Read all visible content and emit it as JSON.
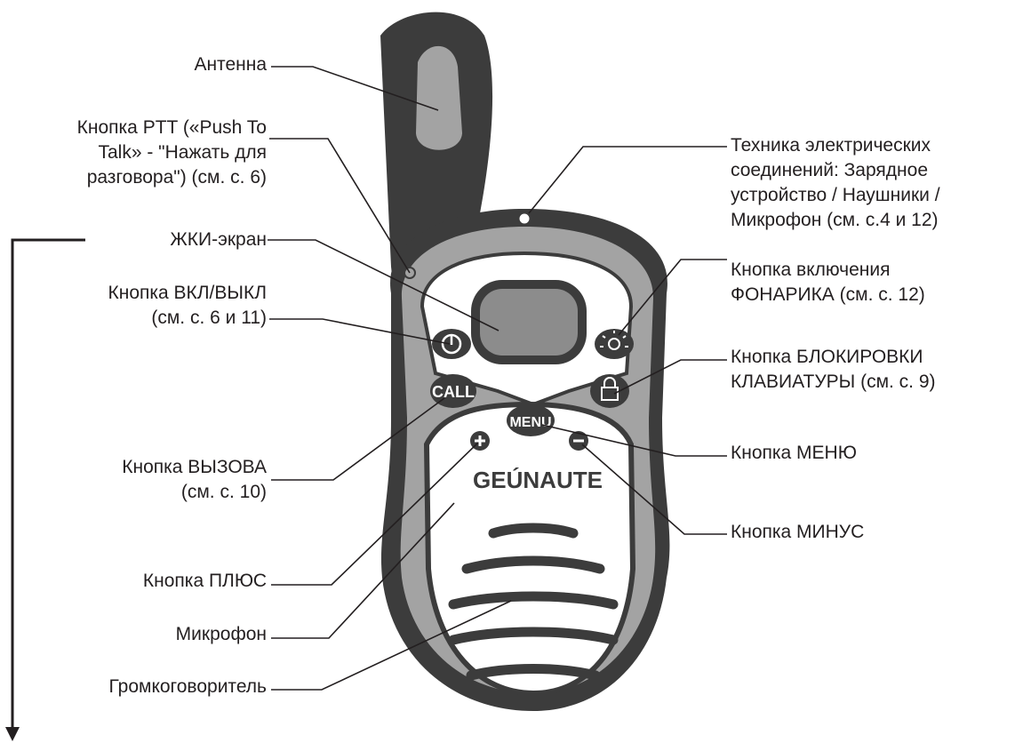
{
  "labels": {
    "antenna": "Антенна",
    "ptt_line1": "Кнопка PTT  («Push To",
    "ptt_line2": "Talk» - \"Нажать для",
    "ptt_line3": "разговора\") (см. с. 6)",
    "lcd": "ЖКИ-экран",
    "power_line1": "Кнопка ВКЛ/ВЫКЛ",
    "power_line2": "(см. с. 6 и 11)",
    "call_line1": "Кнопка ВЫЗОВА",
    "call_line2": "(см. с. 10)",
    "plus": "Кнопка ПЛЮС",
    "microphone": "Микрофон",
    "speaker": "Громкоговоритель",
    "jack_line1": "Техника электрических",
    "jack_line2": "соединений: Зарядное",
    "jack_line3": "устройство / Наушники /",
    "jack_line4": "Микрофон (см. с.4 и 12)",
    "torch_line1": "Кнопка включения",
    "torch_line2": "ФОНАРИКА (см. с. 12)",
    "lock_line1": "Кнопка БЛОКИРОВКИ",
    "lock_line2": "КЛАВИАТУРЫ (см. с. 9)",
    "menu": "Кнопка МЕНЮ",
    "minus": "Кнопка МИНУС"
  },
  "device": {
    "brand": "GEÚNAUTE",
    "call_button": "CALL",
    "menu_button": "MENU"
  }
}
